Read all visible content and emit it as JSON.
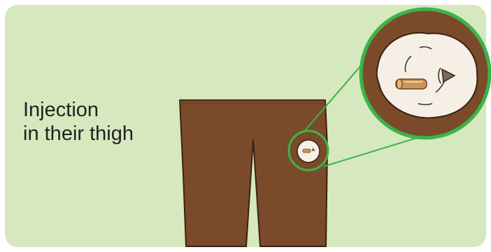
{
  "caption": {
    "line1": "Injection",
    "line2": "in their thigh"
  },
  "colors": {
    "background": "#d6e8bd",
    "trousers": "#7b4a2a",
    "highlight_ring": "#3ab54a",
    "skin": "#f6efe6",
    "needle": "#c9955a",
    "text": "#222222"
  },
  "icons": [
    "injection-site-icon",
    "needle-icon",
    "magnifier-callout"
  ]
}
